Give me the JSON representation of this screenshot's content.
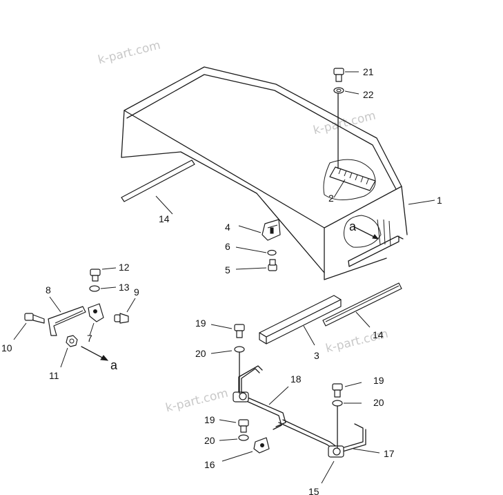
{
  "watermarks": [
    "k-part.com",
    "k-part.com",
    "k-part.com",
    "k-part.com"
  ],
  "callouts": {
    "c1": "1",
    "c2": "2",
    "c3": "3",
    "c4": "4",
    "c5": "5",
    "c6": "6",
    "c7": "7",
    "c8": "8",
    "c9": "9",
    "c10": "10",
    "c11": "11",
    "c12": "12",
    "c13": "13",
    "c14a": "14",
    "c14b": "14",
    "c15": "15",
    "c16": "16",
    "c17": "17",
    "c18": "18",
    "c19a": "19",
    "c19b": "19",
    "c19c": "19",
    "c20a": "20",
    "c20b": "20",
    "c20c": "20",
    "c21": "21",
    "c22": "22"
  },
  "view_refs": {
    "detail_a_marker": "a",
    "detail_a_arrow": "a"
  }
}
